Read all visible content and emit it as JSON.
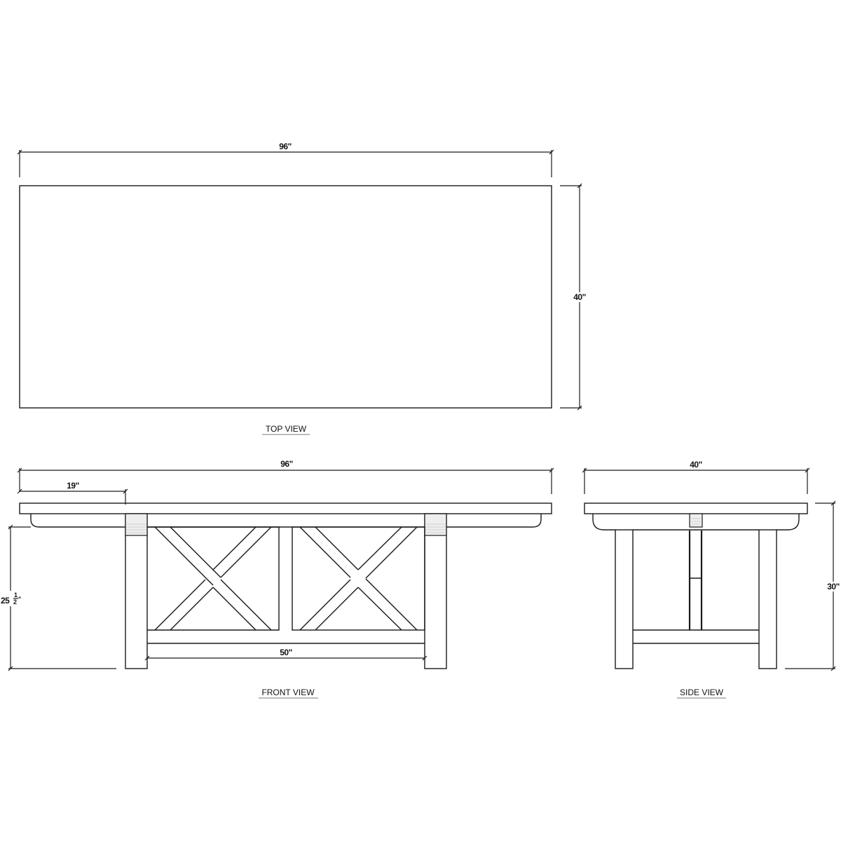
{
  "drawing": {
    "top_view": {
      "label": "TOP VIEW",
      "width_dim": "96\"",
      "depth_dim": "40\""
    },
    "front_view": {
      "label": "FRONT VIEW",
      "width_dim": "96\"",
      "leg_offset_dim": "19\"",
      "clearance_whole": "25",
      "clearance_frac_num": "1",
      "clearance_frac_den": "2",
      "clearance_inch": "\"",
      "stretcher_dim": "50\""
    },
    "side_view": {
      "label": "SIDE VIEW",
      "depth_dim": "40\"",
      "height_dim": "30\""
    },
    "colors": {
      "line": "#1a1a1a",
      "background": "#ffffff",
      "shade": "#eeeeee"
    }
  }
}
